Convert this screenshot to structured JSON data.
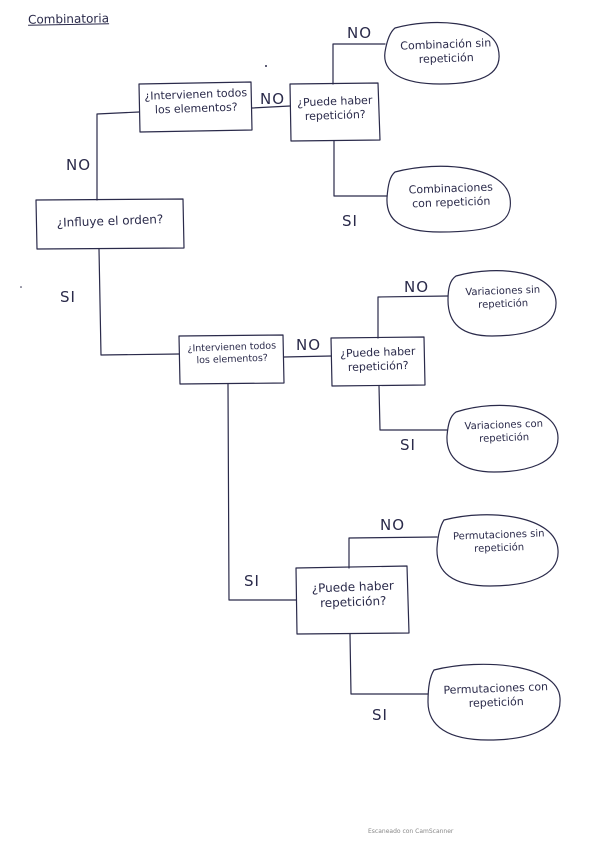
{
  "title": "Combinatoria",
  "nodes": {
    "q_order": "¿Influye el orden?",
    "q_all_1": "¿Intervienen todos los elementos?",
    "q_rep_1": "¿Puede haber repetición?",
    "r_comb_sin": "Combinación sin repetición",
    "r_comb_con": "Combinaciones con repetición",
    "q_all_2": "¿Intervienen todos los elementos?",
    "q_rep_2": "¿Puede haber repetición?",
    "r_var_sin": "Variaciones sin repetición",
    "r_var_con": "Variaciones con repetición",
    "q_rep_3": "¿Puede haber repetición?",
    "r_perm_sin": "Permutaciones sin repetición",
    "r_perm_con": "Permutaciones con repetición"
  },
  "labels": {
    "no": "NO",
    "si": "SI"
  },
  "footer": "Escaneado con CamScanner"
}
